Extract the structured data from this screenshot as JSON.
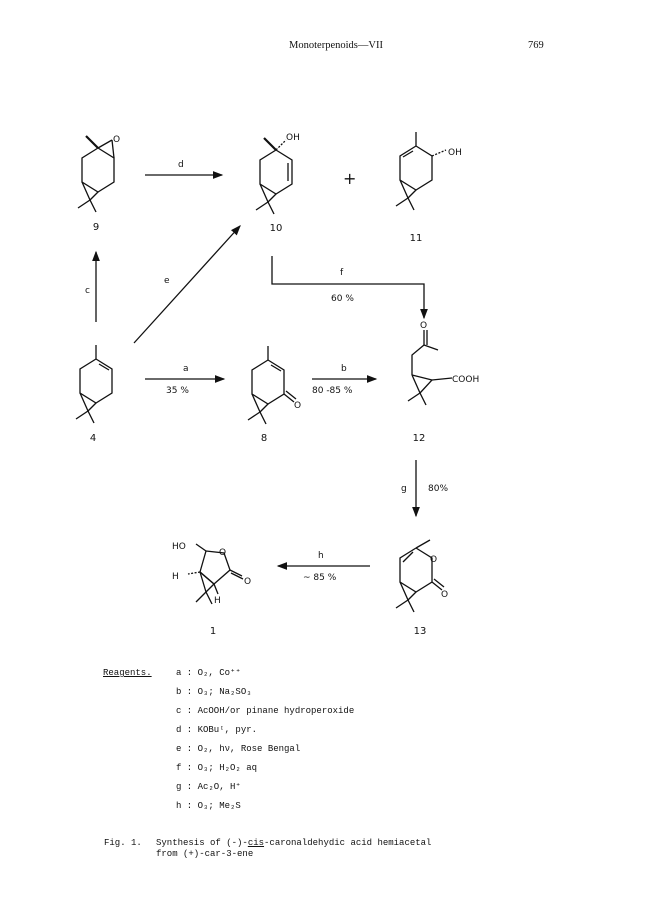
{
  "header": {
    "title": "Monoterpenoids—VII",
    "page": "769"
  },
  "compounds": {
    "c9": "9",
    "c10": "10",
    "c11": "11",
    "c4": "4",
    "c8": "8",
    "c12": "12",
    "c13": "13",
    "c1": "1"
  },
  "atoms": {
    "o": "O",
    "oh": "OH",
    "cooh": "COOH",
    "ho": "HO",
    "h": "H",
    "plus": "+"
  },
  "arrows": {
    "d": "d",
    "e": "e",
    "c": "c",
    "f": "f",
    "f_yield": "60 %",
    "a": "a",
    "a_yield": "35 %",
    "b": "b",
    "b_yield": "80 -85 %",
    "g": "g",
    "g_yield": "80%",
    "h": "h",
    "h_yield": "~ 85 %"
  },
  "reagents": {
    "heading": "Reagents.",
    "items": [
      {
        "key": "a",
        "text": "O₂, Co⁺⁺"
      },
      {
        "key": "b",
        "text": "O₃; Na₂SO₃"
      },
      {
        "key": "c",
        "text": "AcOOH/or pinane hydroperoxide"
      },
      {
        "key": "d",
        "text": "KOBuᵗ, pyr."
      },
      {
        "key": "e",
        "text": "O₂, hν, Rose Bengal"
      },
      {
        "key": "f",
        "text": "O₃; H₂O₂ aq"
      },
      {
        "key": "g",
        "text": "Ac₂O, H⁺"
      },
      {
        "key": "h",
        "text": "O₃; Me₂S"
      }
    ]
  },
  "caption": {
    "label": "Fig. 1.",
    "pre": "Synthesis of (-)-",
    "emph": "cis",
    "post": "-caronaldehydic acid hemiacetal",
    "line2": "from (+)-car-3-ene"
  }
}
